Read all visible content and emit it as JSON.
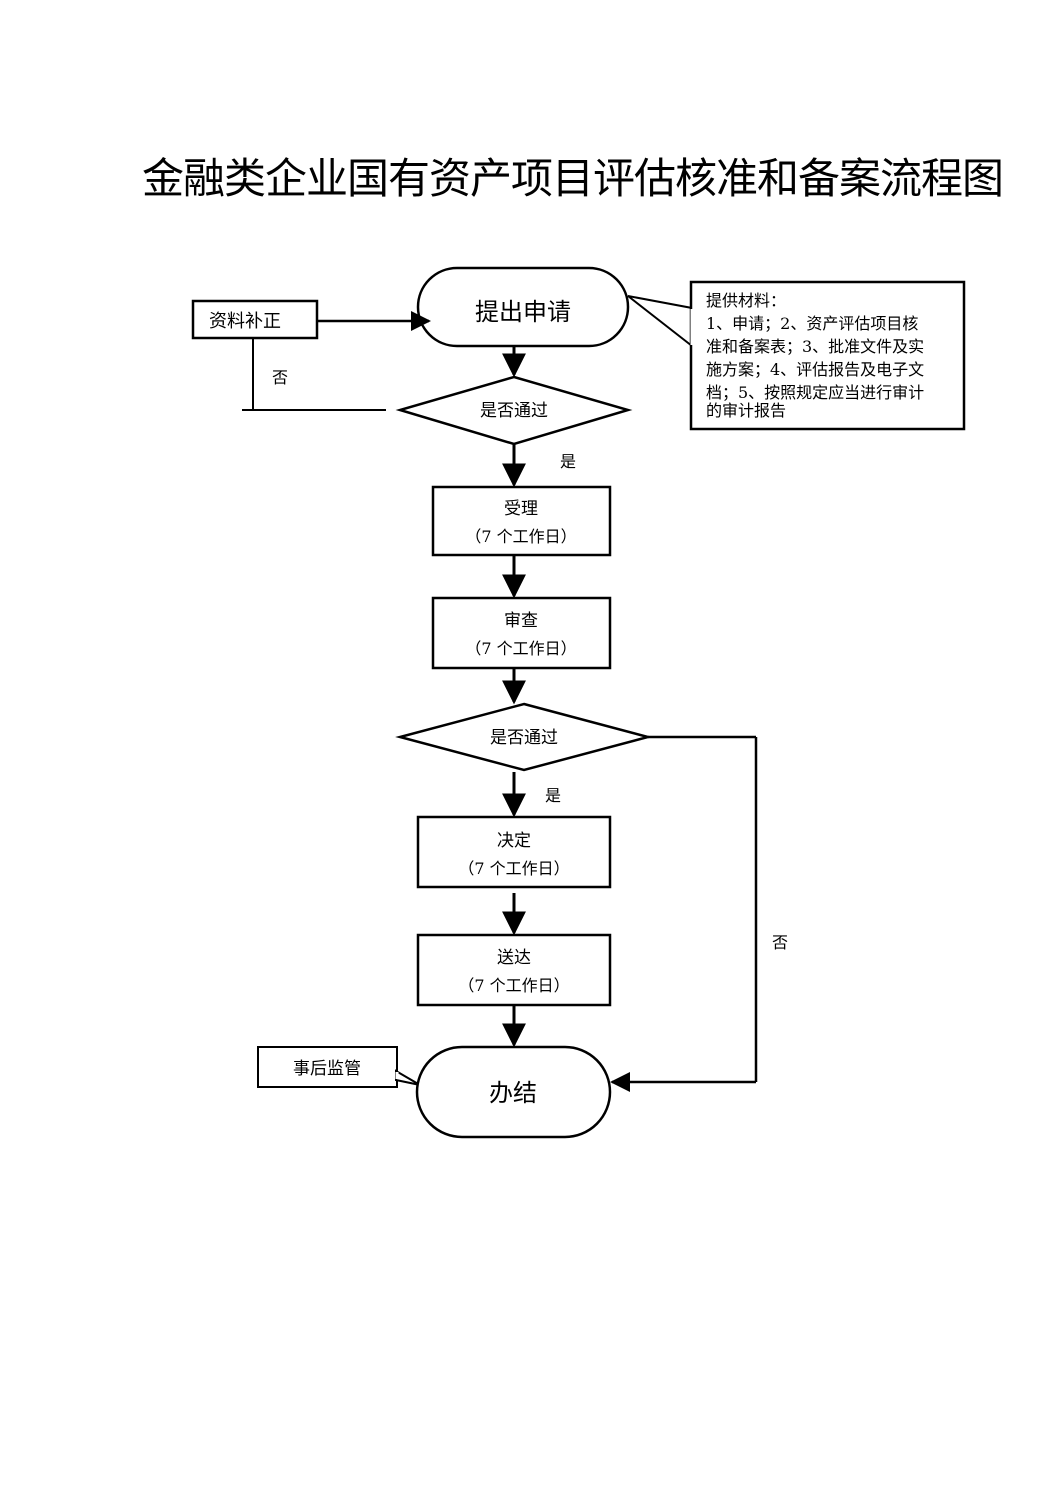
{
  "title": "金融类企业国有资产项目评估核准和备案流程图",
  "nodes": {
    "start": "提出申请",
    "correction": "资料补正",
    "decision1": "是否通过",
    "accept": {
      "label": "受理",
      "duration": "（7 个工作日）"
    },
    "review": {
      "label": "审查",
      "duration": "（7 个工作日）"
    },
    "decision2": "是否通过",
    "decide": {
      "label": "决定",
      "duration": "（7 个工作日）"
    },
    "deliver": {
      "label": "送达",
      "duration": "（7 个工作日）"
    },
    "finish": "办结",
    "supervision": "事后监管"
  },
  "materials": {
    "lines": [
      "提供材料：",
      "1、申请；2、资产评估项目核",
      "准和备案表；3、批准文件及实",
      "施方案；4、评估报告及电子文",
      "档；5、按照规定应当进行审计",
      "的审计报告"
    ]
  },
  "edge_labels": {
    "no_left": "否",
    "yes_1": "是",
    "yes_2": "是",
    "no_right": "否"
  }
}
